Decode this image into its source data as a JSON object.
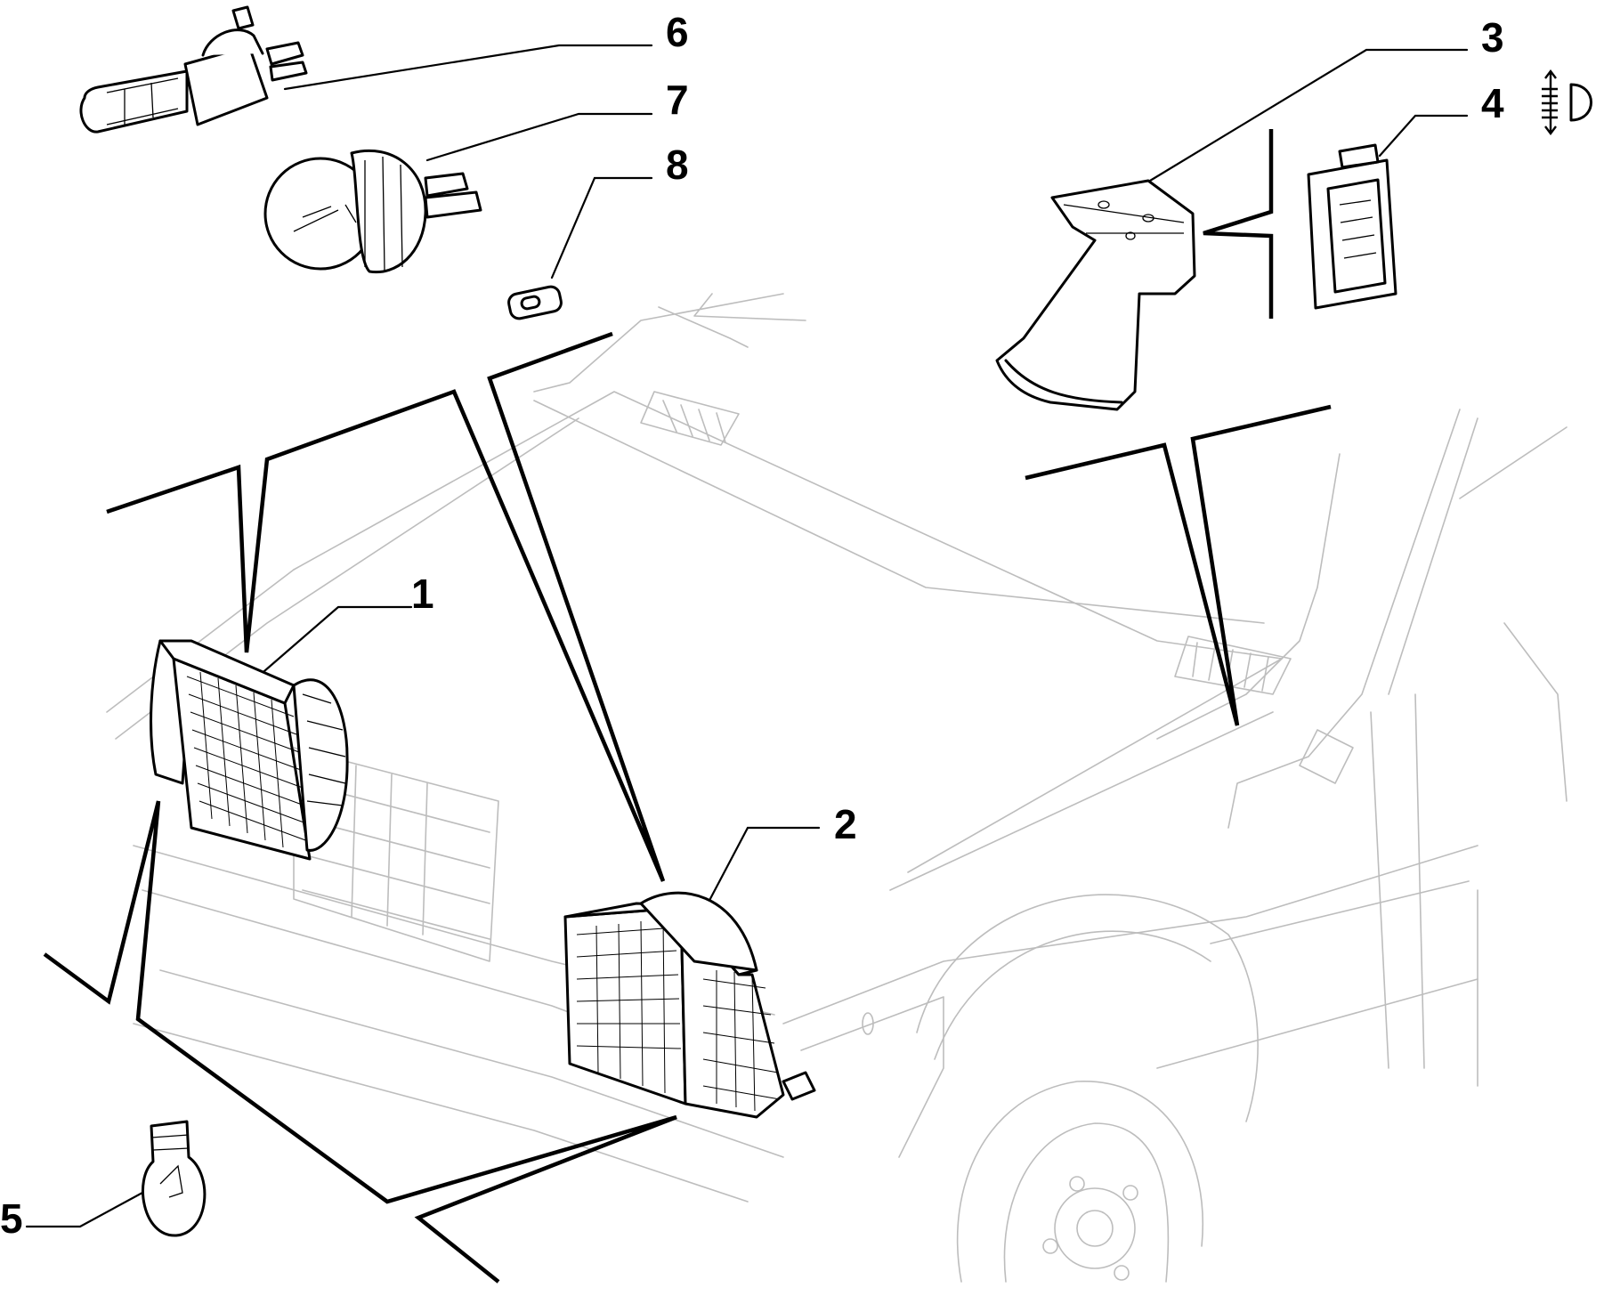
{
  "callouts": {
    "c1": "1",
    "c2": "2",
    "c3": "3",
    "c4": "4",
    "c5": "5",
    "c6": "6",
    "c7": "7",
    "c8": "8"
  },
  "icons": {
    "headlamp_adjust_symbol": "headlamp-leveling-icon"
  },
  "colors": {
    "ink": "#000000",
    "ghost_outline": "#bdbdbd",
    "background": "#ffffff"
  }
}
